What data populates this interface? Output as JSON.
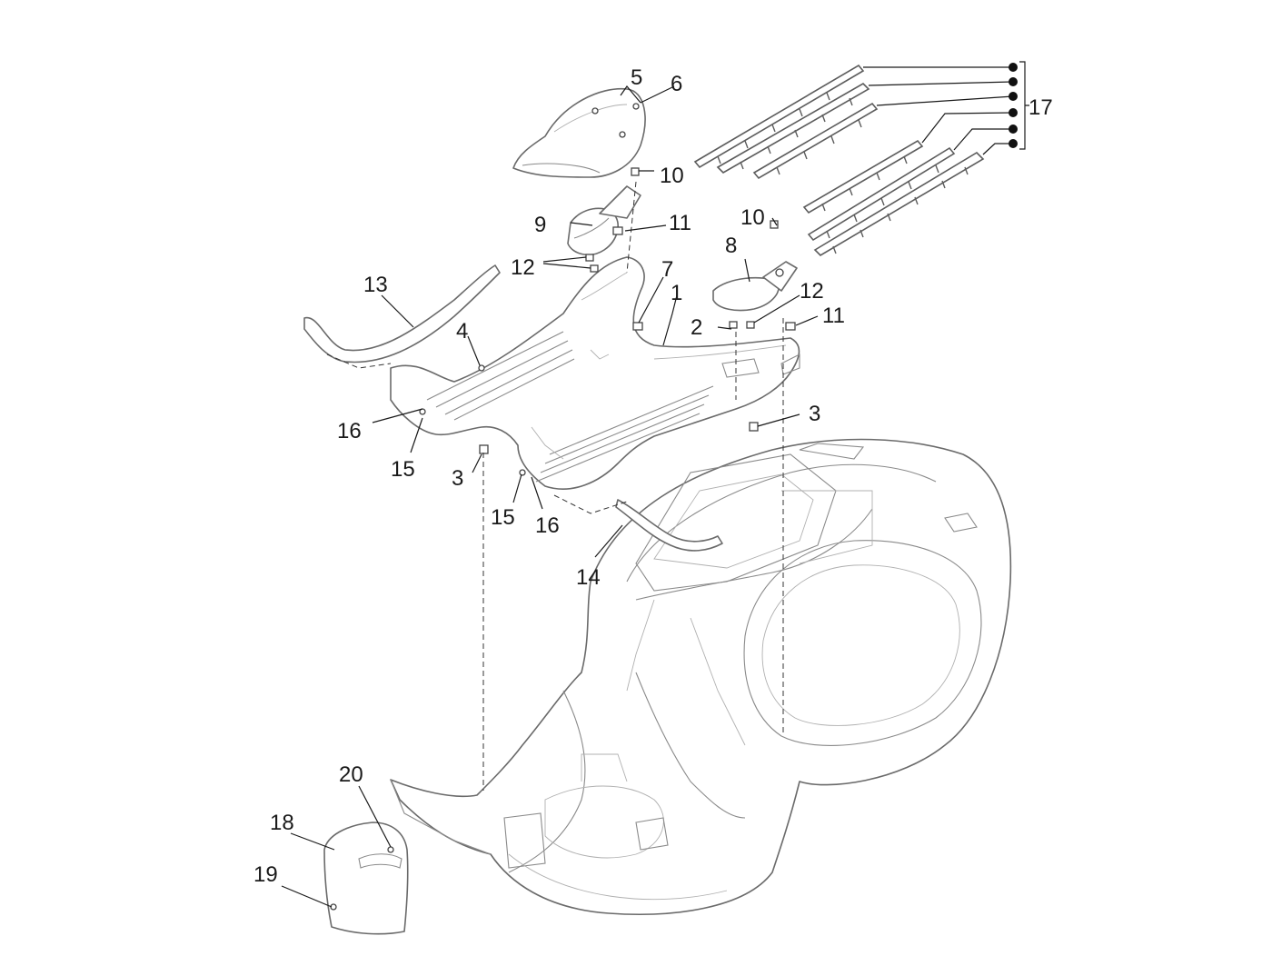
{
  "diagram": {
    "callouts": [
      {
        "id": "c1",
        "text": "1"
      },
      {
        "id": "c2",
        "text": "2"
      },
      {
        "id": "c3a",
        "text": "3"
      },
      {
        "id": "c3b",
        "text": "3"
      },
      {
        "id": "c4",
        "text": "4"
      },
      {
        "id": "c5",
        "text": "5"
      },
      {
        "id": "c6",
        "text": "6"
      },
      {
        "id": "c7",
        "text": "7"
      },
      {
        "id": "c8",
        "text": "8"
      },
      {
        "id": "c9",
        "text": "9"
      },
      {
        "id": "c10a",
        "text": "10"
      },
      {
        "id": "c10b",
        "text": "10"
      },
      {
        "id": "c11a",
        "text": "11"
      },
      {
        "id": "c11b",
        "text": "11"
      },
      {
        "id": "c12a",
        "text": "12"
      },
      {
        "id": "c12b",
        "text": "12"
      },
      {
        "id": "c13",
        "text": "13"
      },
      {
        "id": "c14",
        "text": "14"
      },
      {
        "id": "c15a",
        "text": "15"
      },
      {
        "id": "c15b",
        "text": "15"
      },
      {
        "id": "c16a",
        "text": "16"
      },
      {
        "id": "c16b",
        "text": "16"
      },
      {
        "id": "c17",
        "text": "17"
      },
      {
        "id": "c18",
        "text": "18"
      },
      {
        "id": "c19",
        "text": "19"
      },
      {
        "id": "c20",
        "text": "20"
      }
    ]
  }
}
